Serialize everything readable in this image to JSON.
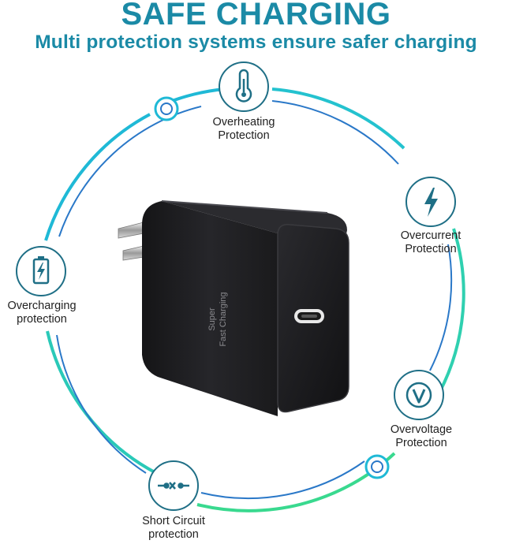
{
  "header": {
    "title": "SAFE CHARGING",
    "subtitle": "Multi protection systems ensure safer charging"
  },
  "colors": {
    "title": "#1b8aa6",
    "ring_blue": "#2a78c8",
    "ring_cyan": "#1fb9d6",
    "ring_green": "#39d98f",
    "icon": "#1f6f86",
    "charger_body": "#1c1c1e"
  },
  "charger": {
    "text_line1": "Super",
    "text_line2": "Fast Charging"
  },
  "features": [
    {
      "icon": "thermometer-icon",
      "line1": "Overheating",
      "line2": "Protection"
    },
    {
      "icon": "lightning-bolt-icon",
      "line1": "Overcurrent",
      "line2": "Protection"
    },
    {
      "icon": "voltage-v-icon",
      "line1": "Overvoltage",
      "line2": "Protection"
    },
    {
      "icon": "short-circuit-icon",
      "line1": "Short Circuit",
      "line2": "protection"
    },
    {
      "icon": "battery-charging-icon",
      "line1": "Overcharging",
      "line2": "protection"
    }
  ]
}
